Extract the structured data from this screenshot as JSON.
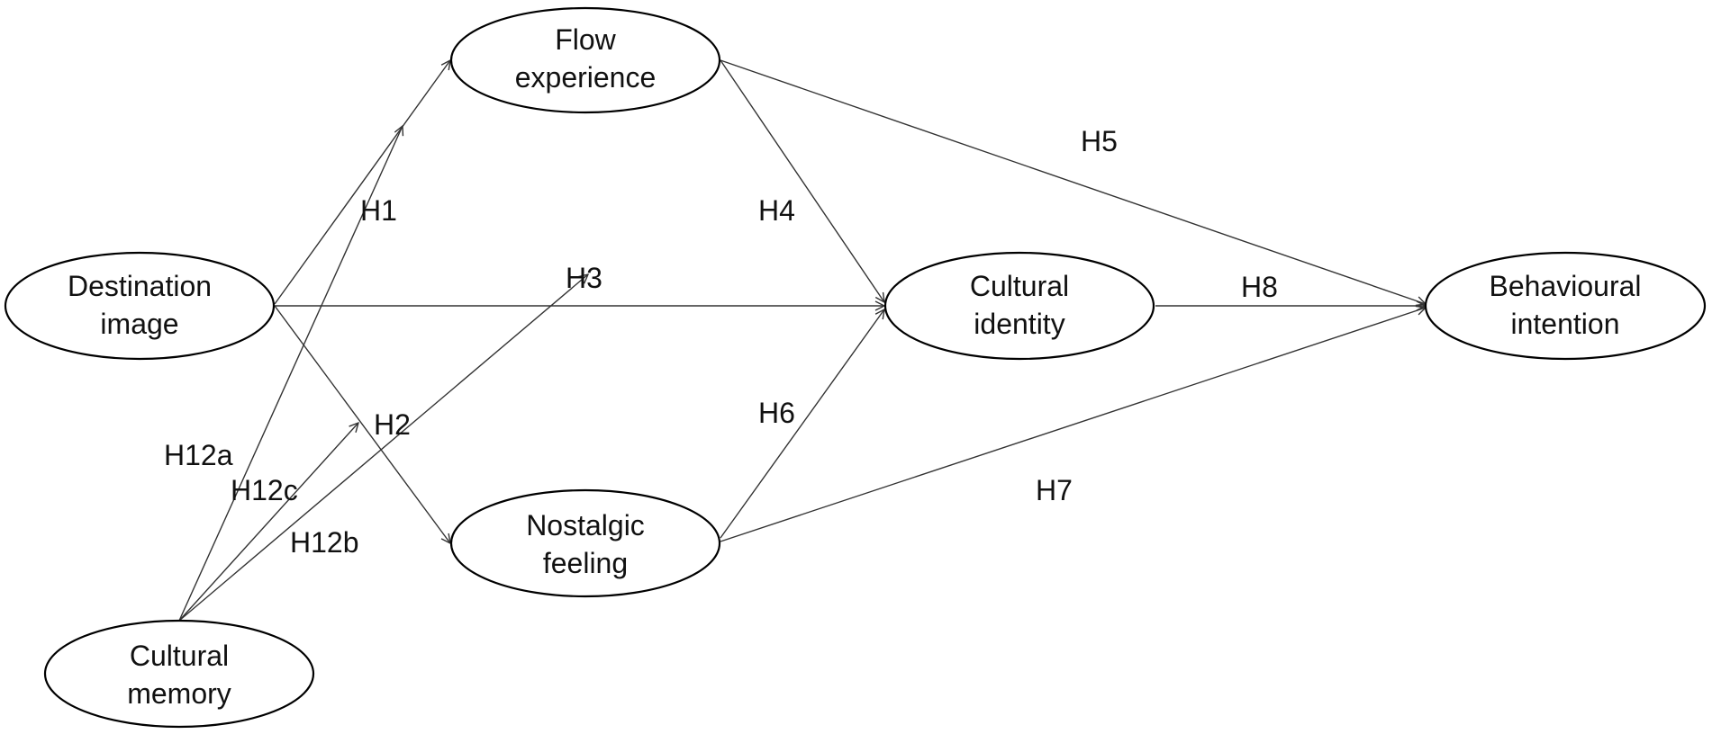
{
  "nodes": {
    "flow": {
      "line1": "Flow",
      "line2": "experience"
    },
    "destination": {
      "line1": "Destination",
      "line2": "image"
    },
    "identity": {
      "line1": "Cultural",
      "line2": "identity"
    },
    "behaviour": {
      "line1": "Behavioural",
      "line2": "intention"
    },
    "nostalgic": {
      "line1": "Nostalgic",
      "line2": "feeling"
    },
    "memory": {
      "line1": "Cultural",
      "line2": "memory"
    }
  },
  "hypotheses": {
    "h1": "H1",
    "h2": "H2",
    "h3": "H3",
    "h4": "H4",
    "h5": "H5",
    "h6": "H6",
    "h7": "H7",
    "h8": "H8",
    "h12a": "H12a",
    "h12b": "H12b",
    "h12c": "H12c"
  },
  "colors": {
    "stroke": "#000000",
    "edge": "#333333",
    "text": "#111111",
    "background": "#ffffff"
  }
}
